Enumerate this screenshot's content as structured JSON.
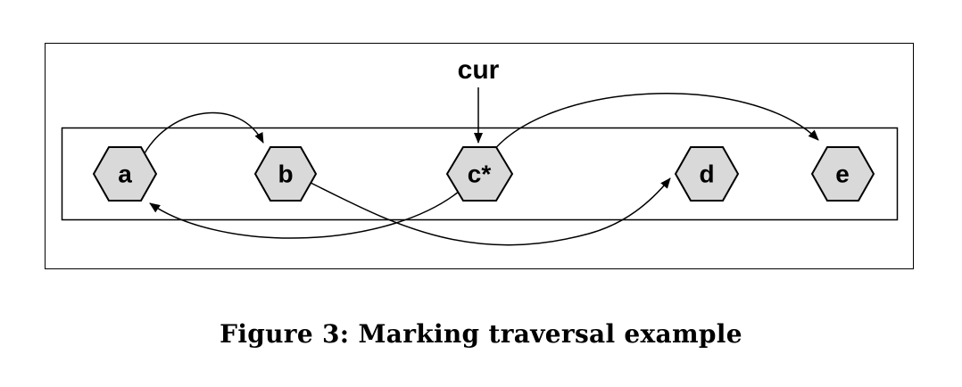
{
  "diagram": {
    "nodes": [
      {
        "id": "a",
        "label": "a"
      },
      {
        "id": "b",
        "label": "b"
      },
      {
        "id": "c",
        "label": "c*"
      },
      {
        "id": "d",
        "label": "d"
      },
      {
        "id": "e",
        "label": "e"
      }
    ],
    "edges": [
      {
        "from": "a",
        "to": "b"
      },
      {
        "from": "b",
        "to": "d"
      },
      {
        "from": "c",
        "to": "a"
      },
      {
        "from": "c",
        "to": "e"
      }
    ],
    "pointer": {
      "label": "cur",
      "target": "c"
    },
    "colors": {
      "node_fill": "#d9d9d9",
      "stroke": "#000000"
    }
  },
  "caption": "Figure 3: Marking traversal example"
}
